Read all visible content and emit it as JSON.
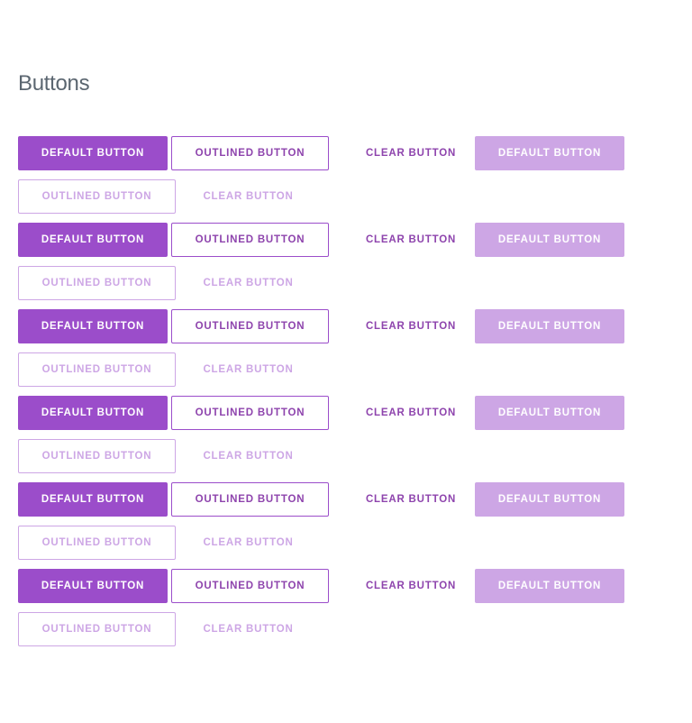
{
  "page": {
    "title": "Buttons"
  },
  "colors": {
    "accent": "#9b4dca",
    "accent_dark": "#8e44ad",
    "accent_light": "#cda6e5"
  },
  "button_groups": [
    {
      "default_label": "DEFAULT BUTTON",
      "outlined_label": "OUTLINED BUTTON",
      "clear_label": "CLEAR BUTTON",
      "default_disabled_label": "DEFAULT BUTTON",
      "outlined_disabled_label": "OUTLINED BUTTON",
      "clear_disabled_label": "CLEAR BUTTON"
    },
    {
      "default_label": "DEFAULT BUTTON",
      "outlined_label": "OUTLINED BUTTON",
      "clear_label": "CLEAR BUTTON",
      "default_disabled_label": "DEFAULT BUTTON",
      "outlined_disabled_label": "OUTLINED BUTTON",
      "clear_disabled_label": "CLEAR BUTTON"
    },
    {
      "default_label": "DEFAULT BUTTON",
      "outlined_label": "OUTLINED BUTTON",
      "clear_label": "CLEAR BUTTON",
      "default_disabled_label": "DEFAULT BUTTON",
      "outlined_disabled_label": "OUTLINED BUTTON",
      "clear_disabled_label": "CLEAR BUTTON"
    },
    {
      "default_label": "DEFAULT BUTTON",
      "outlined_label": "OUTLINED BUTTON",
      "clear_label": "CLEAR BUTTON",
      "default_disabled_label": "DEFAULT BUTTON",
      "outlined_disabled_label": "OUTLINED BUTTON",
      "clear_disabled_label": "CLEAR BUTTON"
    },
    {
      "default_label": "DEFAULT BUTTON",
      "outlined_label": "OUTLINED BUTTON",
      "clear_label": "CLEAR BUTTON",
      "default_disabled_label": "DEFAULT BUTTON",
      "outlined_disabled_label": "OUTLINED BUTTON",
      "clear_disabled_label": "CLEAR BUTTON"
    },
    {
      "default_label": "DEFAULT BUTTON",
      "outlined_label": "OUTLINED BUTTON",
      "clear_label": "CLEAR BUTTON",
      "default_disabled_label": "DEFAULT BUTTON",
      "outlined_disabled_label": "OUTLINED BUTTON",
      "clear_disabled_label": "CLEAR BUTTON"
    }
  ]
}
